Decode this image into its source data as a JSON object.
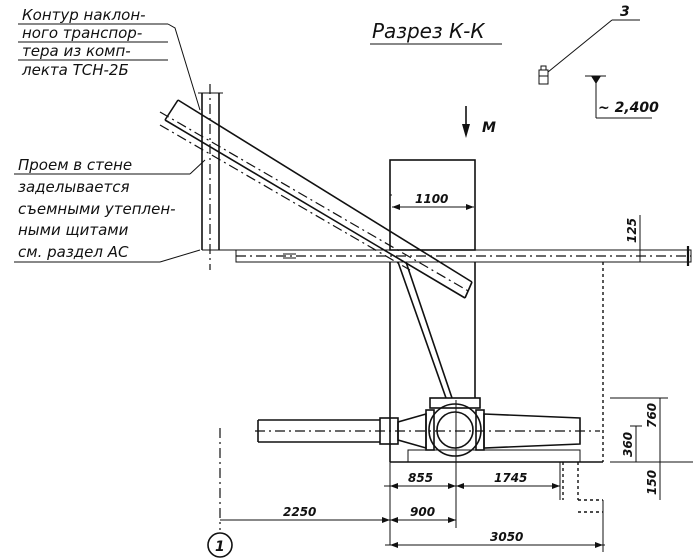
{
  "title": "Разрез К-К",
  "note_top": [
    "Контур наклон-",
    "ного транспор-",
    "тера из комп-",
    "лекта ТСН-2Б"
  ],
  "note_wall": [
    "Проем в стене",
    "заделывается",
    "съемными утеплен-",
    "ными щитами",
    "см. раздел АС"
  ],
  "marker_3": "3",
  "level_mark": "~ 2,400",
  "arrow_label": "М",
  "axis_label": "1",
  "dimensions": {
    "width_top": "1100",
    "height_125": "125",
    "d_760": "760",
    "d_360": "360",
    "d_150": "150",
    "d_855": "855",
    "d_1745": "1745",
    "d_2250": "2250",
    "d_900": "900",
    "d_3050": "3050"
  }
}
